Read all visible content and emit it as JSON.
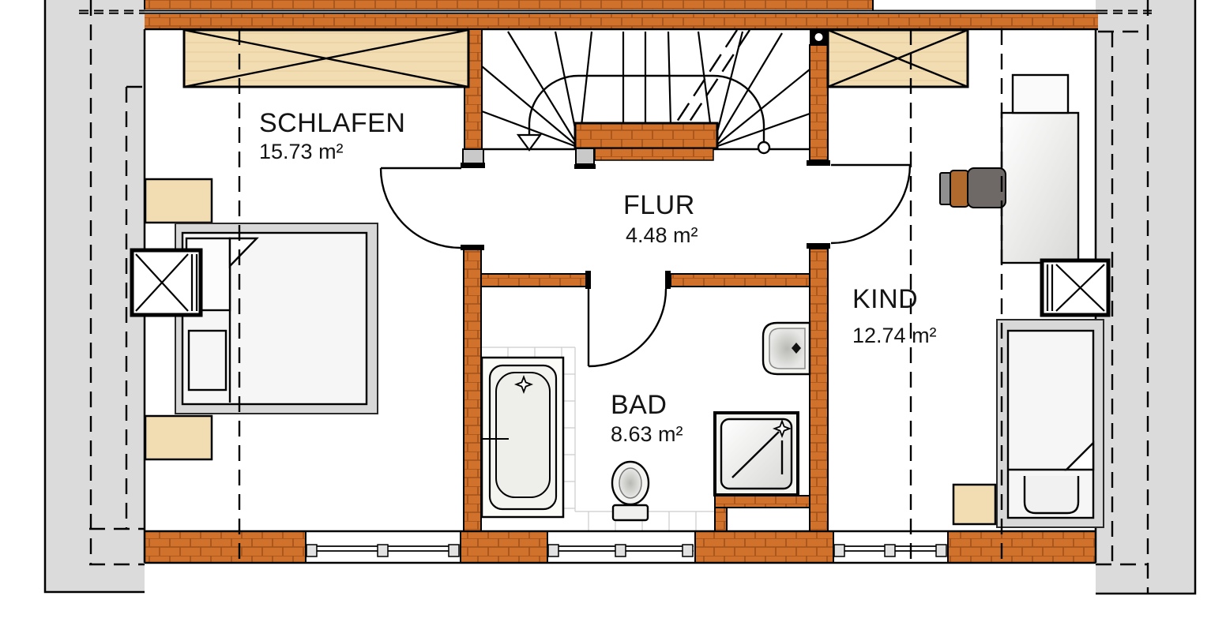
{
  "rooms": [
    {
      "id": "schlafen",
      "name": "SCHLAFEN",
      "area": "15.73 m²"
    },
    {
      "id": "flur",
      "name": "FLUR",
      "area": "4.48 m²"
    },
    {
      "id": "bad",
      "name": "BAD",
      "area": "8.63 m²"
    },
    {
      "id": "kind",
      "name": "KIND",
      "area": "12.74 m²"
    }
  ],
  "icons": {
    "stair_direction_arrow": "down-triangle",
    "tub_faucet": "sparkle-star",
    "shower_head": "sparkle-star",
    "sink_faucet": "diamond"
  },
  "colors": {
    "brick": "#d0712c",
    "brickline": "#a2521a",
    "wood": "#f2dcb2",
    "woodline": "#dcbd85",
    "roof": "#dbdbdb",
    "tile": "#cccccc",
    "furngray": "#d8d8d8",
    "mattress": "#f6f6f6",
    "seat": "#6e6966",
    "chairback": "#b06a2e"
  }
}
